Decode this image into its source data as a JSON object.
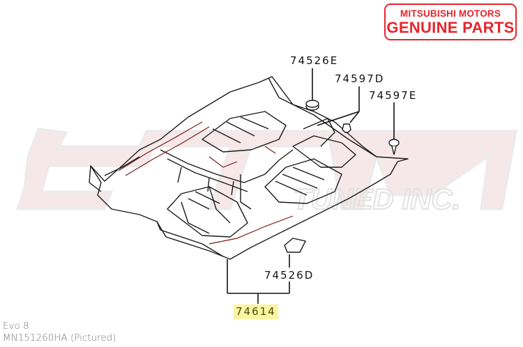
{
  "brand_badge": {
    "line1": "MITSUBISHI MOTORS",
    "line2": "GENUINE PARTS",
    "color": "#e8242b"
  },
  "watermark": {
    "text": "STM TUNED INC.",
    "color": "#f3dede"
  },
  "diagram": {
    "subject": "Floor carpet assembly",
    "callouts": [
      {
        "id": "74526E",
        "label": "74526E"
      },
      {
        "id": "74597D",
        "label": "74597D"
      },
      {
        "id": "74597E",
        "label": "74597E"
      },
      {
        "id": "74526D",
        "label": "74526D"
      },
      {
        "id": "74614",
        "label": "74614",
        "highlighted": true,
        "highlight_color": "#fbf4a0"
      }
    ]
  },
  "caption": {
    "model": "Evo 8",
    "part_number": "MN151260HA  (Pictured)"
  }
}
